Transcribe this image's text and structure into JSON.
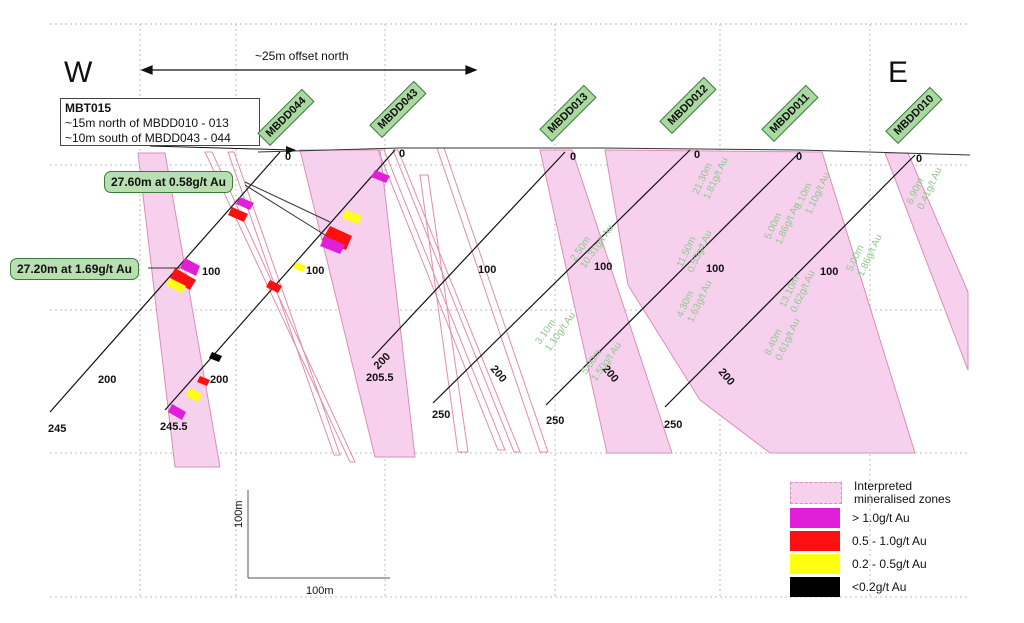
{
  "directions": {
    "west": "W",
    "east": "E"
  },
  "offset_label": "~25m offset north",
  "info_box": {
    "title": "MBT015",
    "line1": "~15m north of MBDD010 - 013",
    "line2": "~10m south of MBDD043 - 044"
  },
  "callouts": {
    "upper": "27.60m at 0.58g/t Au",
    "lower": "27.20m at 1.69g/t Au"
  },
  "drillholes": [
    {
      "name": "MBDD044",
      "start_depth": "0",
      "depths": [
        "100",
        "200"
      ],
      "end_depth": "245"
    },
    {
      "name": "MBDD043",
      "start_depth": "0",
      "depths": [
        "100",
        "200"
      ],
      "end_depth": "245.5"
    },
    {
      "name": "MBDD013",
      "start_depth": "0",
      "depths": [
        "100",
        "200"
      ],
      "end_depth": "205.5"
    },
    {
      "name": "MBDD012",
      "start_depth": "0",
      "depths": [
        "100",
        "200"
      ],
      "end_depth": "250"
    },
    {
      "name": "MBDD011",
      "start_depth": "0",
      "depths": [
        "100",
        "200"
      ],
      "end_depth": "250"
    },
    {
      "name": "MBDD010",
      "start_depth": "0",
      "depths": [
        "100",
        "200"
      ],
      "end_depth": "250"
    }
  ],
  "intercepts": [
    {
      "length": "2.50m",
      "grade": "10.31g/t Au"
    },
    {
      "length": "3.10m",
      "grade": "1.10g/t Au"
    },
    {
      "length": "5.00m",
      "grade": "1.50g/t Au"
    },
    {
      "length": "21.30m",
      "grade": "1.81g/t Au"
    },
    {
      "length": "11.50m",
      "grade": "0.53g/t Au"
    },
    {
      "length": "4.30m",
      "grade": "1.63g/t Au"
    },
    {
      "length": "5.00m",
      "grade": "1.86g/t Au"
    },
    {
      "length": "3.10m",
      "grade": "1.10g/t Au"
    },
    {
      "length": "13.10m",
      "grade": "0.62g/t Au"
    },
    {
      "length": "8.40m",
      "grade": "0.61g/t Au"
    },
    {
      "length": "5.00m",
      "grade": "1.86g/t Au"
    },
    {
      "length": "6.90m",
      "grade": "0.41g/t Au"
    }
  ],
  "scale": {
    "vertical": "100m",
    "horizontal": "100m"
  },
  "legend": {
    "zones_line1": "Interpreted",
    "zones_line2": "mineralised zones",
    "items": [
      {
        "label": "> 1.0g/t Au",
        "color": "#e020d8"
      },
      {
        "label": "0.5 - 1.0g/t Au",
        "color": "#ff1010"
      },
      {
        "label": "0.2 - 0.5g/t Au",
        "color": "#ffff10"
      },
      {
        "label": "<0.2g/t Au",
        "color": "#000000"
      }
    ]
  },
  "colors": {
    "zone_fill": "#f7d0ee",
    "zone_stroke": "#d98fb4",
    "intercept_text": "#8cc98c",
    "tag_fill": "#a9d9a0"
  }
}
